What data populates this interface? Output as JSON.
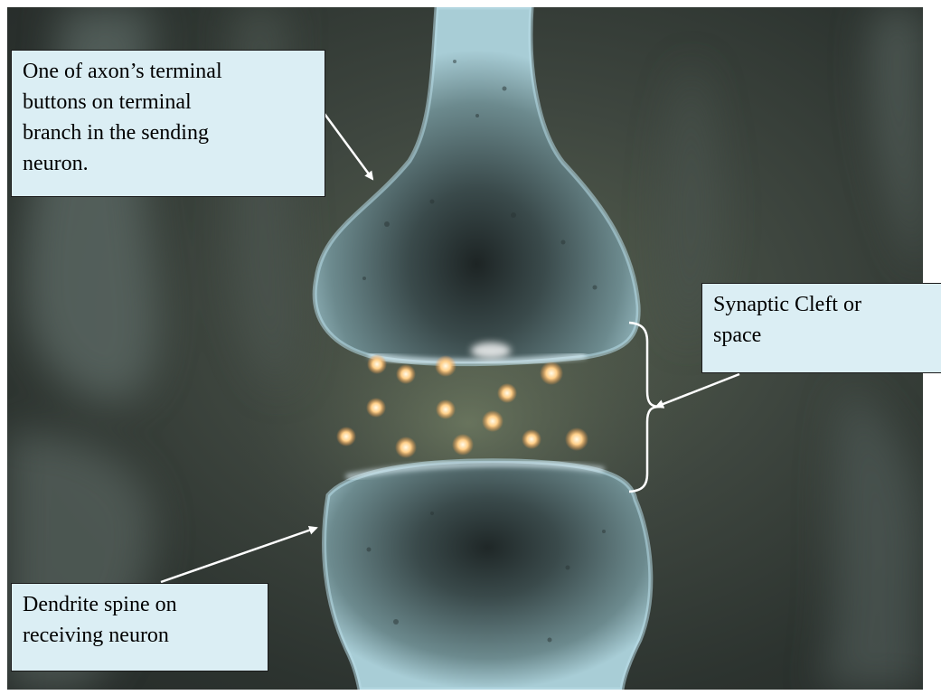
{
  "callouts": {
    "terminal_button": {
      "lines": [
        "One of axon’s terminal",
        "buttons on terminal",
        "branch in the sending",
        "neuron."
      ]
    },
    "synaptic_cleft": {
      "lines": [
        "Synaptic Cleft or",
        "space"
      ]
    },
    "dendrite_spine": {
      "lines": [
        "Dendrite spine on",
        "receiving neuron"
      ]
    }
  },
  "colors": {
    "background": "#2c332f",
    "neuron_surface": "#6f8c90",
    "neuron_glow": "#bfe6f2",
    "vesicle": "#ffd08a",
    "callout_fill": "#dbeef4",
    "arrow": "#ffffff"
  }
}
